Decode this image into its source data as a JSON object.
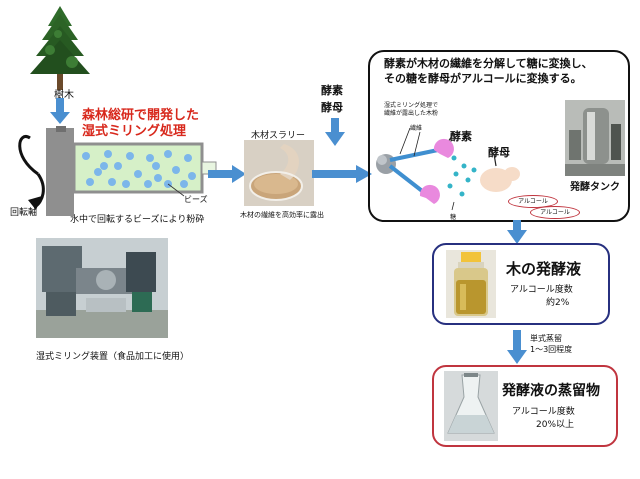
{
  "tree_label": "樹木",
  "institute_title_line1": "森林総研で開発した",
  "institute_title_line2": "湿式ミリング処理",
  "beads_label": "ビーズ",
  "rotation_axis_label": "回転軸",
  "grinding_caption": "水中で回転するビーズにより粉砕",
  "machine_caption": "湿式ミリング装置（食品加工に使用）",
  "slurry_title": "木材スラリー",
  "slurry_caption": "木材の繊維を高効率に露出",
  "inputs_line1": "酵素",
  "inputs_line2": "酵母",
  "process_box": {
    "title_line1": "酵素が木材の繊維を分解して糖に変換し、",
    "title_line2": "その糖を酵母がアルコールに変換する。",
    "powder_label_line1": "湿式ミリング処理で",
    "powder_label_line2": "繊維が露出した木粉",
    "fiber_label": "繊維",
    "enzyme_label": "酵素",
    "yeast_label": "酵母",
    "sugar_label": "糖",
    "alcohol_label_1": "アルコール",
    "alcohol_label_2": "アルコール",
    "tank_label": "発酵タンク"
  },
  "ferment_box": {
    "title": "木の発酵液",
    "alcohol_label": "アルコール度数",
    "alcohol_value": "約2%"
  },
  "distill_step_line1": "単式蒸留",
  "distill_step_line2": "1～3回程度",
  "distill_box": {
    "title": "発酵液の蒸留物",
    "alcohol_label": "アルコール度数",
    "alcohol_value": "20%以上"
  },
  "colors": {
    "arrow_blue": "#4a8fd0",
    "title_red": "#d8281c",
    "ferment_border": "#27307f",
    "distill_border": "#c0353f",
    "bead_blue": "#7cb6ea",
    "mill_green": "#d6f0c8",
    "enzyme_pink": "#e989de"
  }
}
